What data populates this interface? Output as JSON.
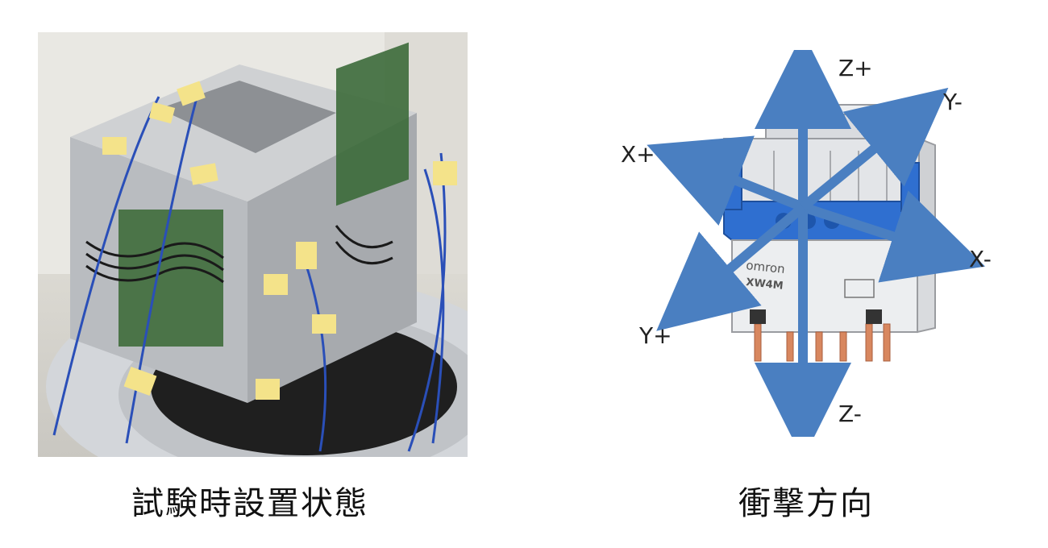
{
  "captions": {
    "left": "試験時設置状態",
    "right": "衝撃方向"
  },
  "axes": {
    "z_plus": "Z+",
    "z_minus": "Z-",
    "x_plus": "X+",
    "x_minus": "X-",
    "y_plus": "Y+",
    "y_minus": "Y-"
  },
  "component": {
    "brand": "omron",
    "model": "XW4M"
  },
  "colors": {
    "arrow": "#4a7fc1",
    "connector_blue": "#2f6fd0",
    "pin_copper": "#d8875f"
  }
}
